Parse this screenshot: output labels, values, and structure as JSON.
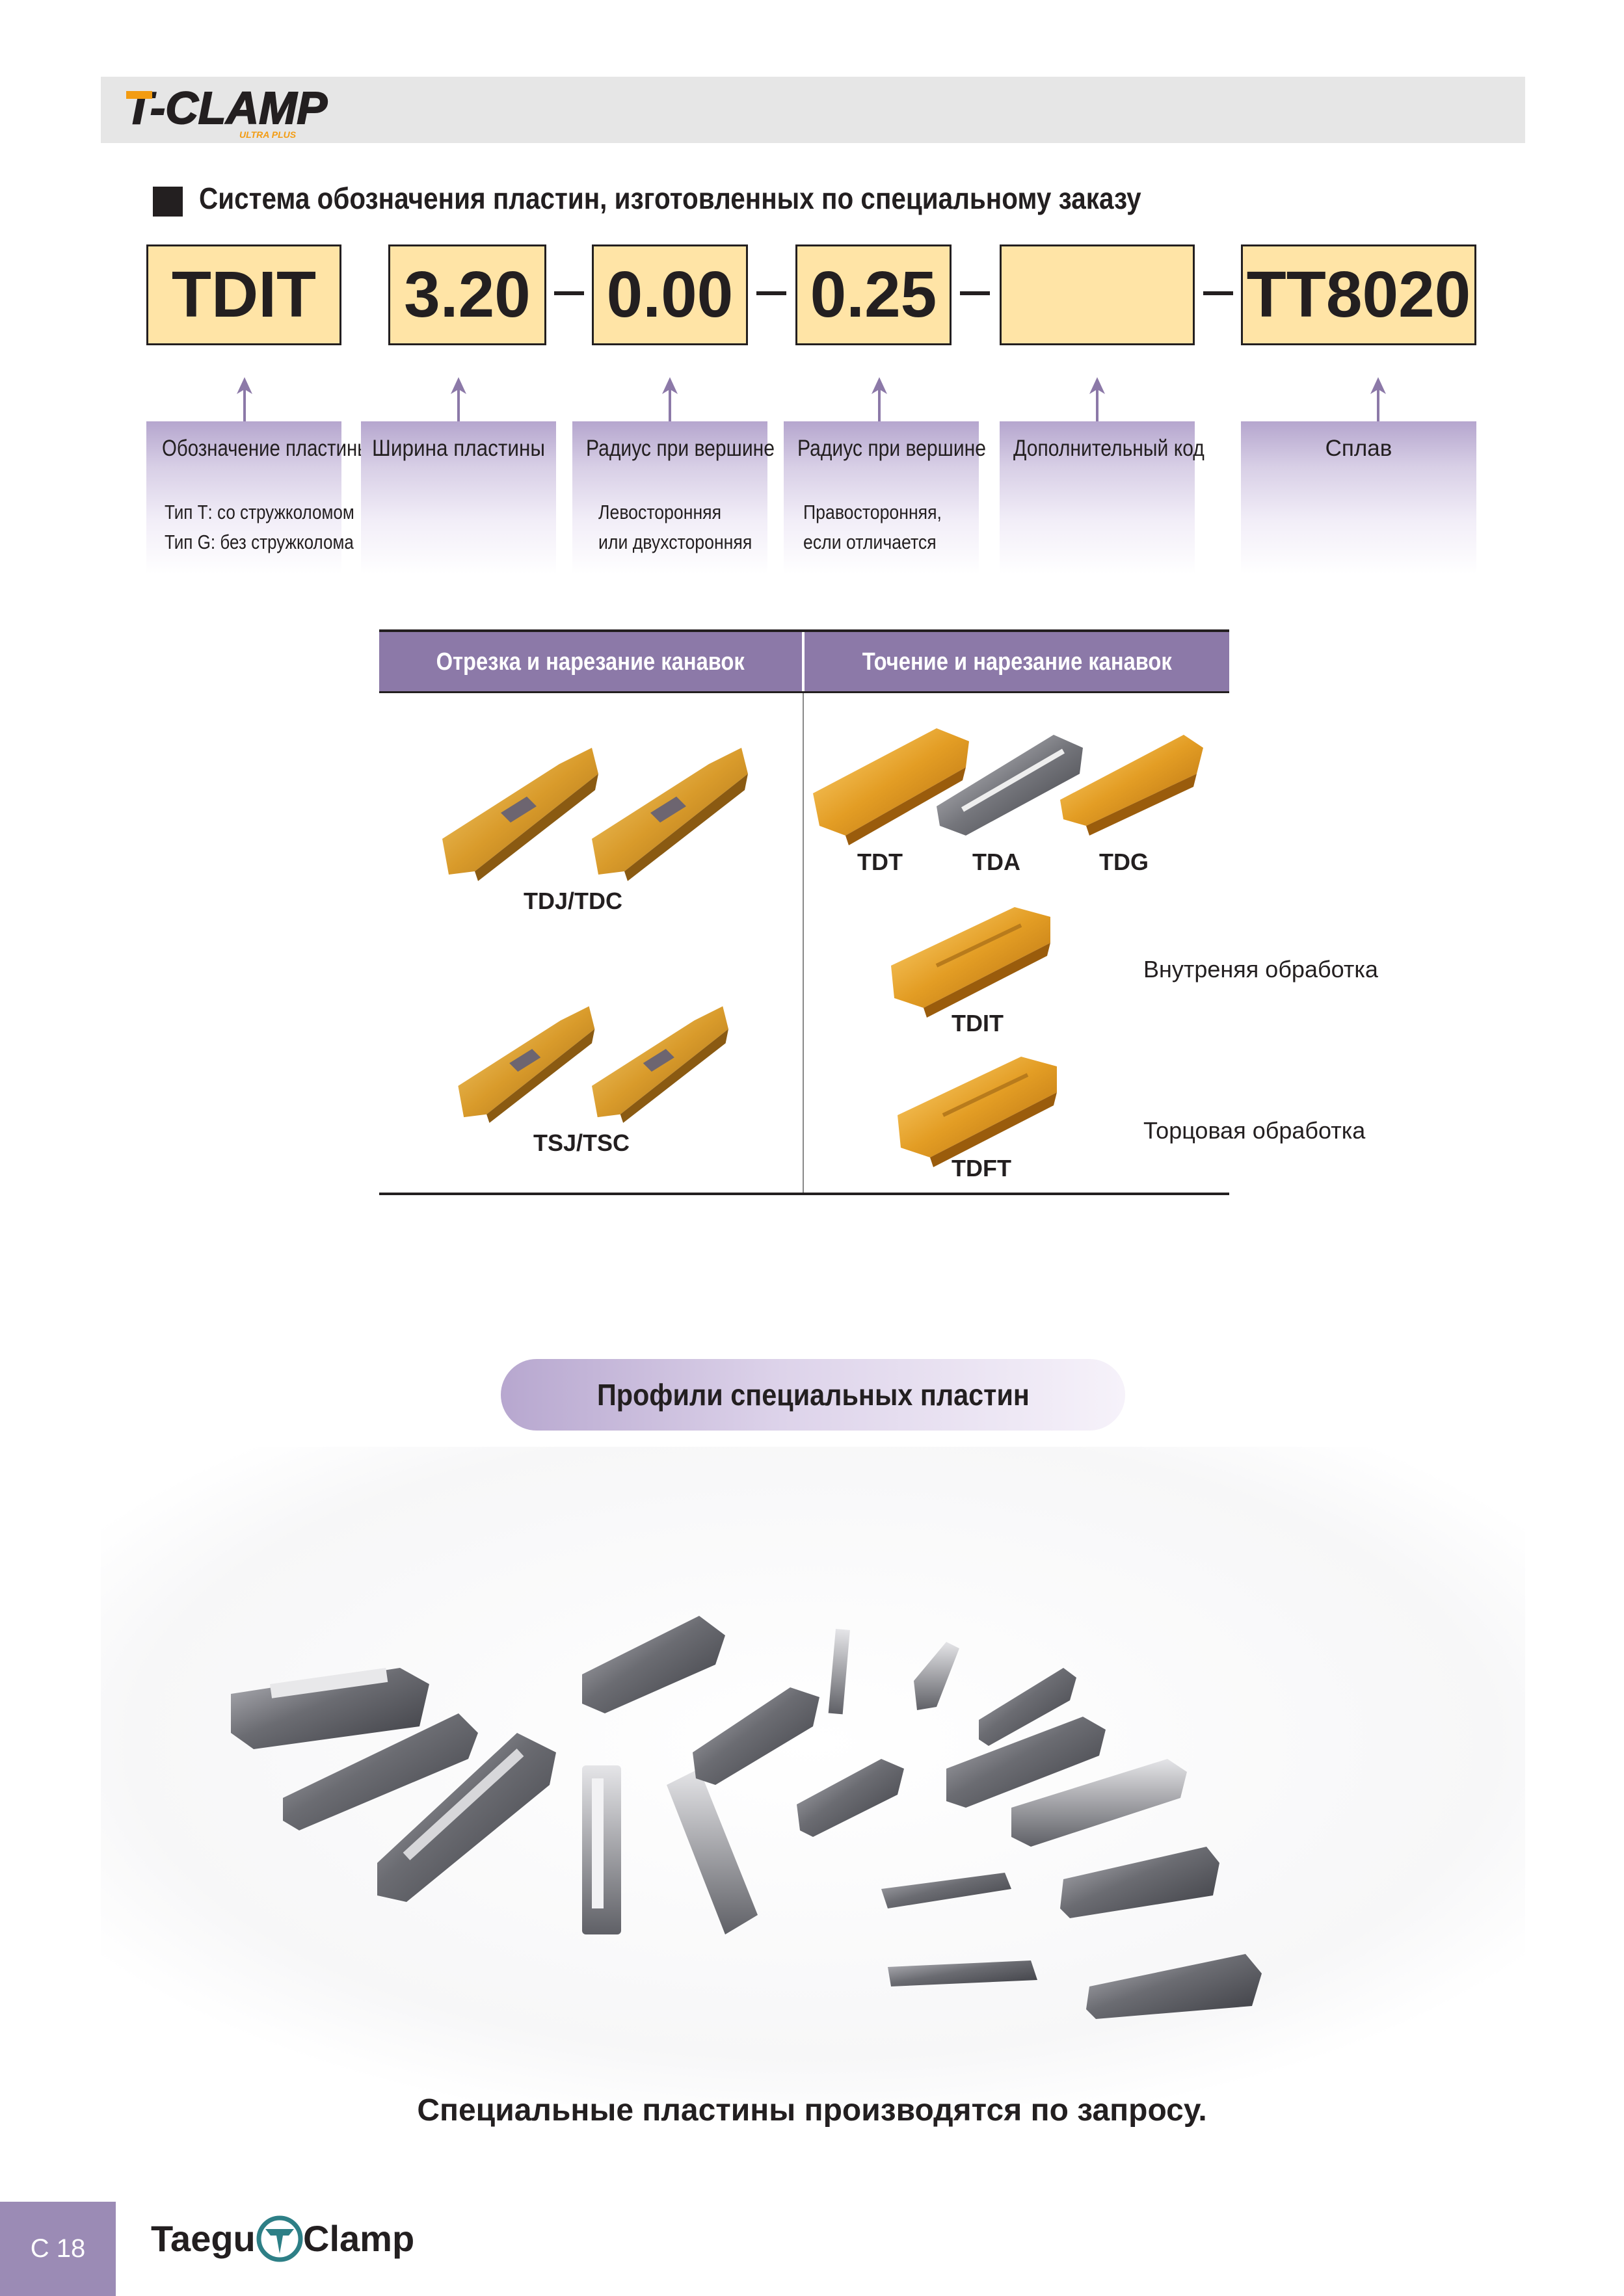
{
  "header": {
    "logo_text": "T-CLAMP",
    "logo_subtext": "ULTRA PLUS"
  },
  "section_title": "Система обозначения пластин, изготовленных по специальному заказу",
  "code": {
    "boxes": [
      "TDIT",
      "3.20",
      "0.00",
      "0.25",
      "",
      "TT8020"
    ],
    "separator": "–"
  },
  "descriptors": [
    {
      "title": "Обозначение пластины",
      "lines": [
        "Тип Т: со стружколомом",
        "Тип G: без стружколома"
      ]
    },
    {
      "title": "Ширина пластины",
      "lines": []
    },
    {
      "title": "Радиус при вершине",
      "lines": [
        "Левосторонняя",
        "или двухсторонняя"
      ]
    },
    {
      "title": "Радиус при вершине",
      "lines": [
        "Правосторонняя,",
        "если отличается"
      ]
    },
    {
      "title": "Дополнительный код",
      "lines": []
    },
    {
      "title": "Сплав",
      "lines": []
    }
  ],
  "table": {
    "col_left": "Отрезка и нарезание канавок",
    "col_right": "Точение и нарезание канавок",
    "left_items": [
      "TDJ/TDC",
      "TSJ/TSC"
    ],
    "right_top_items": [
      "TDT",
      "TDA",
      "TDG"
    ],
    "right_rows": [
      {
        "label": "TDIT",
        "note": "Внутреняя обработка"
      },
      {
        "label": "TDFT",
        "note": "Торцовая обработка"
      }
    ]
  },
  "profiles_title": "Профили специальных пластин",
  "profiles_caption": "Специальные пластины производятся по запросу.",
  "footer": {
    "page_number": "C 18",
    "brand_left": "Taegu",
    "brand_right": "Clamp"
  },
  "colors": {
    "header_band": "#e6e6e6",
    "code_box": "#ffe4a6",
    "accent_purple": "#8c79a8",
    "gold_insert": "#d9a030",
    "logo_orange": "#f39c12"
  }
}
